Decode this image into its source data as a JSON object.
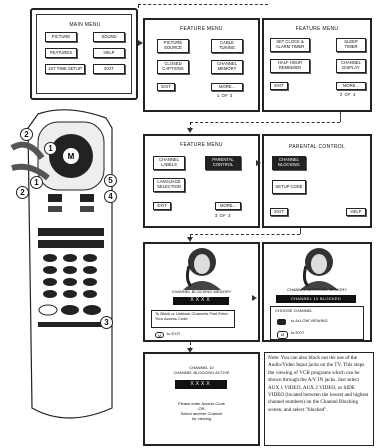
{
  "main_menu": {
    "title": "MAIN MENU",
    "items": [
      "PICTURE",
      "SOUND",
      "FEATURES",
      "HELP",
      "1ST TIME SETUP",
      "EXIT"
    ]
  },
  "feature_menu_1": {
    "title": "FEATURE MENU",
    "items": [
      "PICTURE SOURCE",
      "CABLE TUNING",
      "CLOSED CAPTIONS",
      "CHANNEL MEMORY",
      "EXIT",
      "MORE..."
    ],
    "page": "1 OF 3"
  },
  "feature_menu_2": {
    "title": "FEATURE MENU",
    "items": [
      "SET CLOCK & ALARM TIMER",
      "SLEEP TIMER",
      "HALF HOUR REMINDER",
      "CHANNEL DISPLAY",
      "EXIT",
      "MORE..."
    ],
    "page": "2 OF 3"
  },
  "feature_menu_3": {
    "title": "FEATURE MENU",
    "items": [
      "CHANNEL LABELS",
      "PARENTAL CONTROL",
      "LANGUAGE SELECTION",
      "EXIT",
      "MORE..."
    ],
    "page": "3 OF 3"
  },
  "parental_control": {
    "title": "PARENTAL CONTROL",
    "items": [
      "CHANNEL BLOCKING",
      "SETUP CODE",
      "EXIT",
      "HELP"
    ]
  },
  "channel_blocking_a": {
    "title": "CHANNEL BLOCKING MEMORY",
    "code": "XXXX",
    "instruction": "To Block or Unblock Channels First Enter Your Access Code",
    "exit_key": "M",
    "exit_label": "to EXIT"
  },
  "channel_blocking_b": {
    "title": "CHANNEL BLOCKING MEMORY",
    "status": "CHANNEL 10 BLOCKED",
    "choose": "CHOOSE CHANNEL",
    "allow_label": "to ALLOW VIEWING",
    "exit_key": "M",
    "exit_label": "to EXIT"
  },
  "blocked_screen": {
    "line1": "CHANNEL 10",
    "line2": "CHANNEL BLOCKING ACTIVE",
    "code": "XXXX",
    "line3": "Please enter Access Code",
    "line4": "-OR-",
    "line5": "Select another Channel",
    "line6": "for viewing"
  },
  "note": "Note: You can also block out the use of the Audio/Video Input jacks on the TV. This stops the viewing of VCR programs which can be shown through the A/V IN jacks. Just select AUX 1 VIDEO, AUX 2 VIDEO, or SIDE VIDEO (located between the lowest and highest channel numbers) on the Channel Blocking screen, and select \"blocked\".",
  "steps": [
    "1",
    "2",
    "3",
    "4",
    "5"
  ]
}
